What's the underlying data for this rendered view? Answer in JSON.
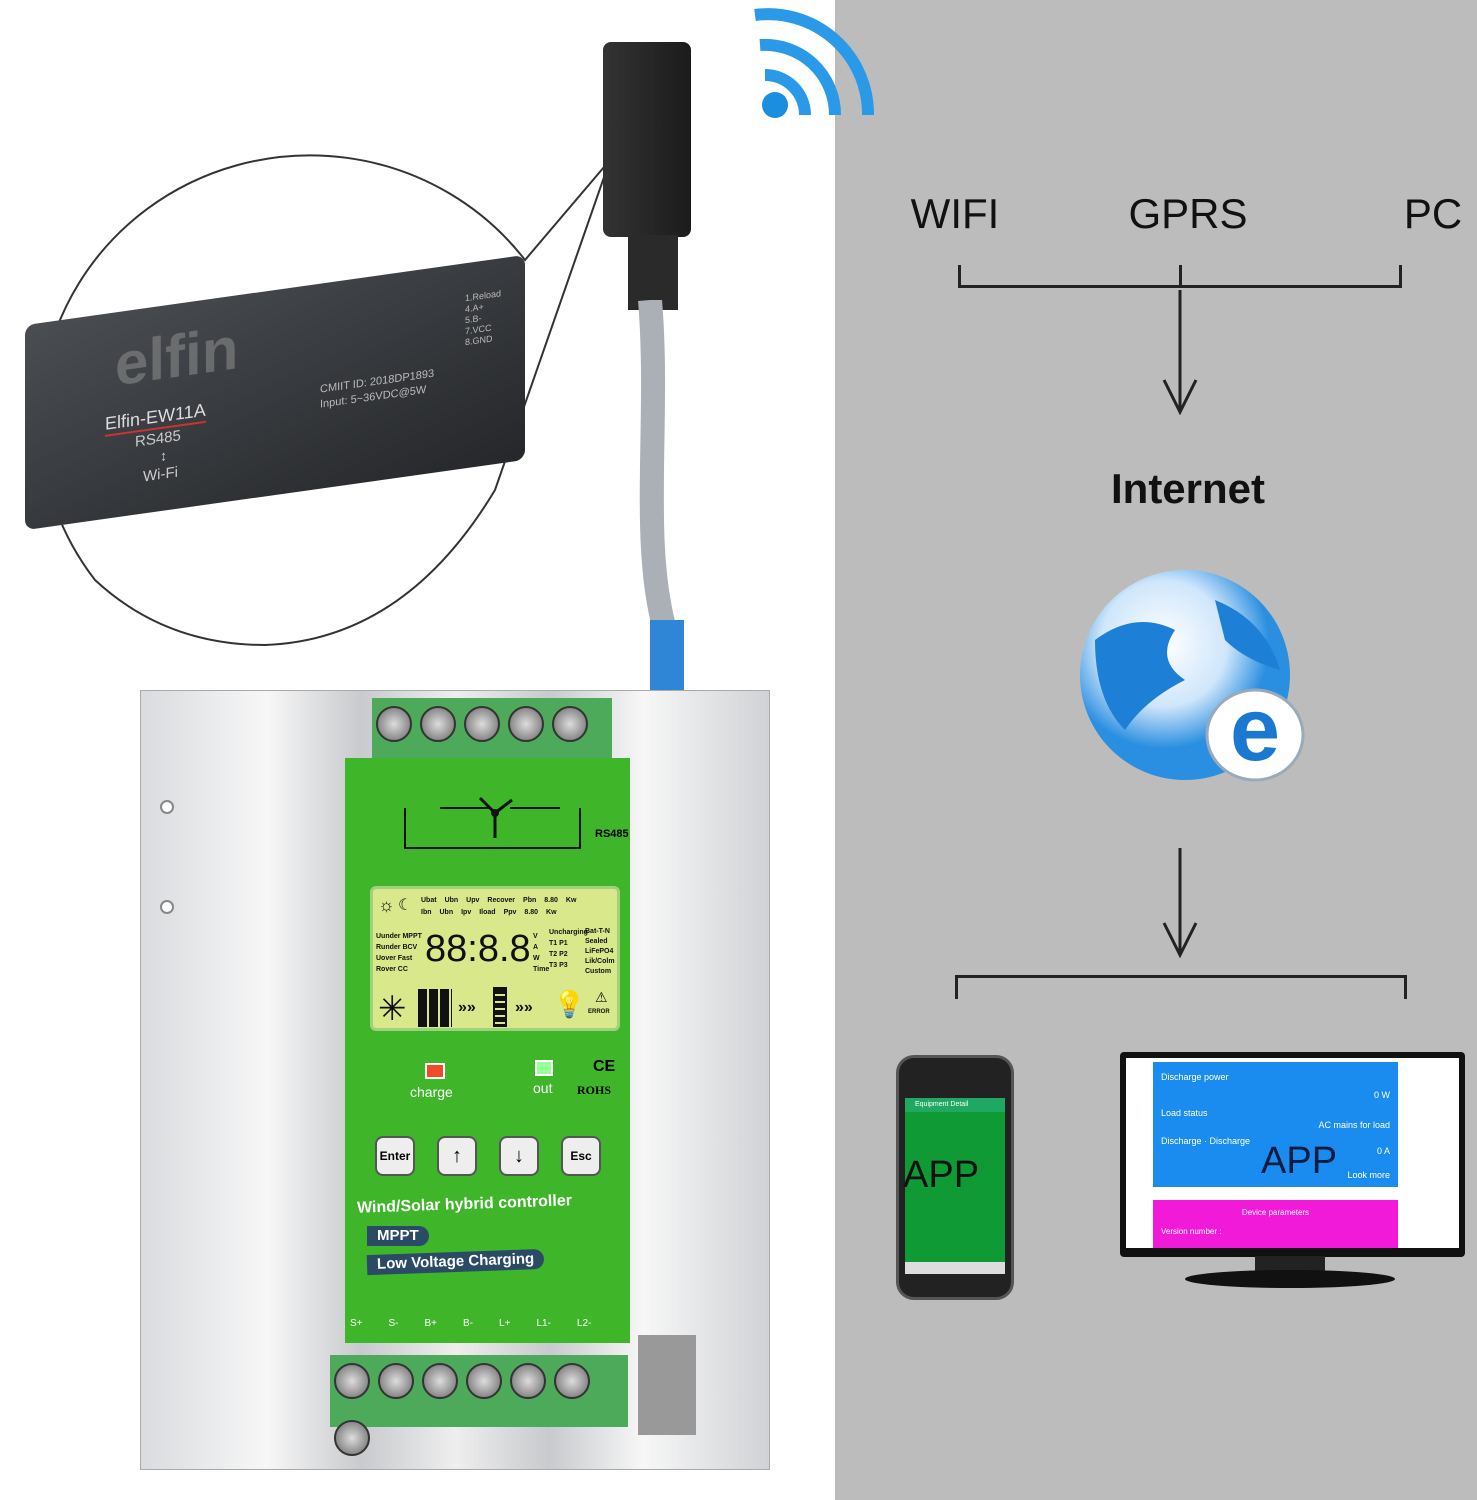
{
  "diagram": {
    "sources": [
      "WIFI",
      "GPRS",
      "PC"
    ],
    "hub": "Internet",
    "globe_letter": "e",
    "clients": [
      {
        "label": "APP",
        "device": "smartphone"
      },
      {
        "label": "APP",
        "device": "monitor"
      }
    ]
  },
  "phone_screen": {
    "header": "Equipment Detail"
  },
  "monitor_screen": {
    "rows": [
      [
        "Discharge power",
        "0 W"
      ],
      [
        "Load status",
        "AC mains for load"
      ],
      [
        "Discharge · Discharge",
        "0 A"
      ]
    ],
    "look_more": "Look more",
    "section": "Device parameters",
    "version": "Version number :"
  },
  "module": {
    "brand": "elfin",
    "model": "Elfin-EW11A",
    "line1": "RS485",
    "arrow": "↕",
    "line2": "Wi-Fi",
    "cmiit": "CMIIT ID: 2018DP1893",
    "input": "Input: 5~36VDC@5W",
    "pins": [
      "1.Reload",
      "4.A+",
      "5.B-",
      "7.VCC",
      "8.GND"
    ]
  },
  "controller": {
    "rs485": "RS485",
    "lcd": {
      "top1": [
        "Ubat",
        "Ubn",
        "Upv",
        "Recover",
        "Pbn"
      ],
      "top2": [
        "Ibn",
        "Ubn",
        "Ipv",
        "Iload",
        "Ppv"
      ],
      "small_digits": "8.80",
      "kw": "Kw",
      "left": [
        "Uunder MPPT",
        "Runder BCV",
        "Uover Fast",
        "Rover CC"
      ],
      "digits": "88:8.8",
      "units": [
        "V",
        "A",
        "W",
        "Time"
      ],
      "mid": [
        "Uncharging",
        "T1 P1",
        "T2 P2",
        "T3 P3"
      ],
      "right": [
        "Bat-T-N",
        "Sealed",
        "LiFePO4",
        "Lik/Colm",
        "Custom"
      ],
      "error": "ERROR"
    },
    "leds": [
      "charge",
      "out"
    ],
    "marks": [
      "CE",
      "ROHS"
    ],
    "buttons": [
      "Enter",
      "↑",
      "↓",
      "Esc"
    ],
    "title": "Wind/Solar hybrid controller",
    "features": [
      "MPPT",
      "Low Voltage Charging"
    ],
    "terminals": [
      "S+",
      "S-",
      "B+",
      "B-",
      "L+",
      "L1-",
      "L2-"
    ]
  },
  "colors": {
    "panel_gray": "#bcbcbc",
    "controller_green": "#3fb52a",
    "lcd": "#d8e88a",
    "monitor_blue": "#1a8cf0",
    "monitor_magenta": "#f01ad8",
    "phone_green": "#0f9a36"
  }
}
